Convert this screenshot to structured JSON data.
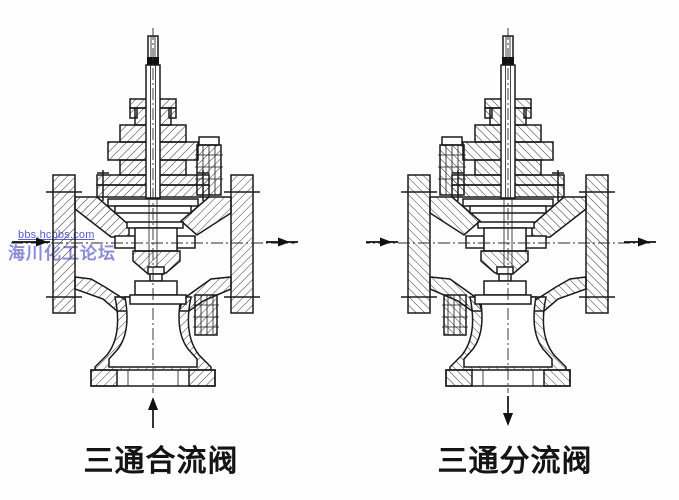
{
  "page": {
    "background": "#ffffff",
    "line_color": "#1a1a1a"
  },
  "watermark": {
    "line1": "bbs.hcbbs.com",
    "line2": "海川化工论坛",
    "link_color": "#5b5bd6",
    "name_color": "#8a8ad8"
  },
  "figures": [
    {
      "id": "converging-valve",
      "label": "三通合流阀",
      "arrows": [
        {
          "name": "left-flow-arrow",
          "direction": "right"
        },
        {
          "name": "bottom-flow-arrow",
          "direction": "up"
        },
        {
          "name": "right-flow-arrow",
          "direction": "right"
        }
      ]
    },
    {
      "id": "diverging-valve",
      "label": "三通分流阀",
      "arrows": [
        {
          "name": "left-flow-arrow",
          "direction": "right"
        },
        {
          "name": "right-flow-arrow",
          "direction": "right"
        },
        {
          "name": "bottom-flow-arrow",
          "direction": "down"
        }
      ]
    }
  ],
  "label_color": "#141414"
}
